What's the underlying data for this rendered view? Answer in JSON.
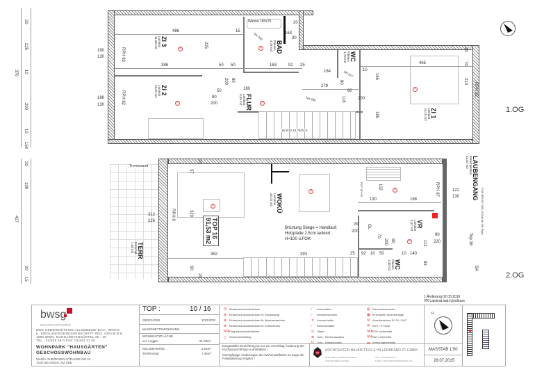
{
  "plan_upper": {
    "floor_label": "1.OG",
    "rooms": [
      {
        "name": "ZI 3",
        "floor": "Laminat",
        "area": "11,69 m2"
      },
      {
        "name": "ZI 2",
        "floor": "Laminat",
        "area": "10,37 m2"
      },
      {
        "name": "FLUR",
        "floor": "Laminat",
        "area": "9,26 m2"
      },
      {
        "name": "BAD",
        "floor": "Fliesen",
        "area": "4,78 m2"
      },
      {
        "name": "WC",
        "floor": "Fliesen",
        "area": "1,73 m2"
      },
      {
        "name": "ZI 1",
        "floor": "Laminat",
        "area": "16,15 m2"
      }
    ],
    "bathtub": "Wanne 180x75",
    "stairs": "16.8/10 18.76/24.5",
    "rph": [
      "RPH 82",
      "RPH 82",
      "RPH 82"
    ],
    "sh": [
      "SH 240",
      "SH 227",
      "SH 240"
    ],
    "dims_left": [
      "20",
      "225",
      "10",
      "376",
      "200",
      "10",
      "154"
    ],
    "dims_side": [
      "190",
      "130",
      "186",
      "130"
    ],
    "dims": [
      "486",
      "386",
      "15",
      "163",
      "30",
      "20",
      "225",
      "50",
      "50",
      "163",
      "91",
      "25",
      "200",
      "80",
      "180",
      "279",
      "50",
      "80",
      "200",
      "465",
      "165",
      "210",
      "70",
      "185",
      "118",
      "164",
      "10",
      "60",
      "200",
      "80",
      "20"
    ]
  },
  "plan_lower": {
    "floor_label": "2.OG",
    "top_label": "TOP 16",
    "top_area": "91,53 m2",
    "rooms": [
      {
        "name": "WOKÜ",
        "floor": "Laminat",
        "area": "32,22 m2"
      },
      {
        "name": "TERR",
        "floor": "Estrichpl.",
        "area": "7,35 m2"
      },
      {
        "name": "VR",
        "floor": "Laminat",
        "area": "4,57 m2"
      },
      {
        "name": "WC",
        "floor": "Fliesen",
        "area": "1,35 m2"
      },
      {
        "name": "LAUBENGANG",
        "floor": "Estrichplatten",
        "area": "43,57 m2"
      }
    ],
    "trennwand": "Trennwand",
    "note": [
      "Brüstung  Stiege = Handlauf:",
      "Holzplatte 2.5cm lackiert",
      "H=100 ü.FOK"
    ],
    "rph": [
      "RPH 9",
      "RPH 87"
    ],
    "top_door": "Top 16",
    "fok_note": "FOK BRÜSTUNG 102cm ab OK Rigol",
    "ba": "BA",
    "gl": "GL",
    "pot": "POT. 80+30",
    "dims_left": [
      "20",
      "109",
      "417",
      "20",
      "15"
    ],
    "dims": [
      "312",
      "226",
      "320",
      "352",
      "393",
      "25",
      "92",
      "10",
      "50",
      "10",
      "140",
      "80",
      "200",
      "90",
      "220",
      "122",
      "130",
      "130",
      "188",
      "102",
      "37",
      "20",
      "60",
      "20",
      "83",
      "112",
      "70",
      "200",
      "80"
    ]
  },
  "title_block": {
    "logo": "bwsg",
    "logo_tagline": "bauen wohnen seit Generationen",
    "company": [
      "BWS  GEMEINNÜTZIGE ALLGEMEINE BAU-, WOHN-",
      "U. SIEDLUNGSGENOSSENSCHAFT REG. GEN.M.B.H.",
      "1050 WIEN, MARGARETENGÜRTEL 36 - 40",
      "TEL.: 01/546 08-0  FAX: 01/544 31 60"
    ],
    "project": [
      "WOHNPARK \"HAUSGÄRTEN\"",
      "GESCHOSSWOHNBAU"
    ],
    "address": [
      "MARIA-THERESIEN-STRASSE NR.10",
      "7100 NEUSIEDL AM SEE"
    ],
    "top_label": "TOP :",
    "top_value": "10 / 16",
    "geschoss_label": "GESCHOSS",
    "geschoss_value": "1OG/2OG",
    "type": "MAISONETTEWOHNUNG",
    "wnf_label": "WOHNNUTZFLÄCHE",
    "wnf_sub": "exl. Loggia:",
    "wnf_value": "91,53m²",
    "keller_label": "KELLERABTEIL",
    "keller_value": "5,04m²",
    "terrasse_label": "TERRASSE",
    "terrasse_value": "7,35m²",
    "legend1": [
      "Einfachschukosteckdose",
      "Einfachschukosteckdose für Dunstabzug",
      "Einfachschukosteckdose für Waschmaschine",
      "Einfachschukosteckdose für Kühlschrank",
      "Doppelschukosteckdose",
      "Wohnraumlüftung"
    ],
    "legend2": [
      "Ausschalter",
      "Wechselschalter",
      "Kreuzschalter",
      "Serienschalter",
      "Taster",
      "Licht - Deckenauslass",
      "Licht - Wandauslass"
    ],
    "legend3": [
      "Rauchwarnmelder",
      "Innenstelle Sprechanlage",
      "Anschlussdose R+TV / SAT",
      "EDV / IT Dose",
      "EDV vorbereitet",
      "SAT vorbereitet",
      "Wohnungsverteiler"
    ],
    "disclaimer1": "Dargestellte Einrichtung ist nur ein Vorschlag Änderung der Küchenanschlüsse vorbehalten  !",
    "disclaimer2": "Geringfügige Änderungen der Wohnnutzfläche im Zuge der Polierplanung möglich !",
    "architect": "ARCHITEKTEN HALBRITTER & HILLERBRAND ZT GMBH",
    "architect_contact": [
      "1040 WIEN | MOZARTGASSE 4/7",
      "TEL.: +43/1/505 89 07",
      "7100 NEUSIEDL AM SEE",
      "E-MAIL: ARCHITEKTEN@HHARCH.AT"
    ],
    "revision": [
      "1.Änderung 02.03.2016",
      "VR Laminat statt Linoleum"
    ],
    "scale": "MASSTAB  1:50",
    "date": "28.07.2015",
    "north": "N"
  }
}
